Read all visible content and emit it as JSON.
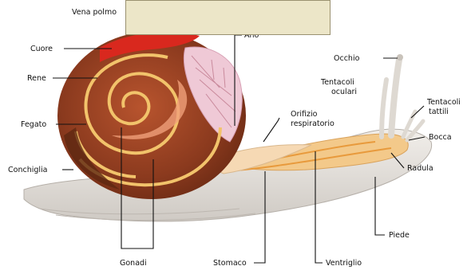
{
  "labels": {
    "vena": "Vena polmo",
    "ano": "Ano",
    "cuore": "Cuore",
    "rene": "Rene",
    "fegato": "Fegato",
    "conchiglia": "Conchiglia",
    "gonadi": "Gonadi",
    "stomaco": "Stomaco",
    "ventriglio": "Ventriglio",
    "occhio": "Occhio",
    "tentacoli_oculari_1": "Tentacoli",
    "tentacoli_oculari_2": "oculari",
    "tentacoli_tattili_1": "Tentacoli",
    "tentacoli_tattili_2": "tattili",
    "orifizio_1": "Orifizio",
    "orifizio_2": "respiratorio",
    "bocca": "Bocca",
    "radula": "Radula",
    "piede": "Piede"
  },
  "colors": {
    "shell": "#8b3a1e",
    "foot": "#e8e4e0",
    "organs": "#f2c36b",
    "heart": "#d9281e",
    "lung": "#efc9d6",
    "cover": "#ece6c8"
  }
}
